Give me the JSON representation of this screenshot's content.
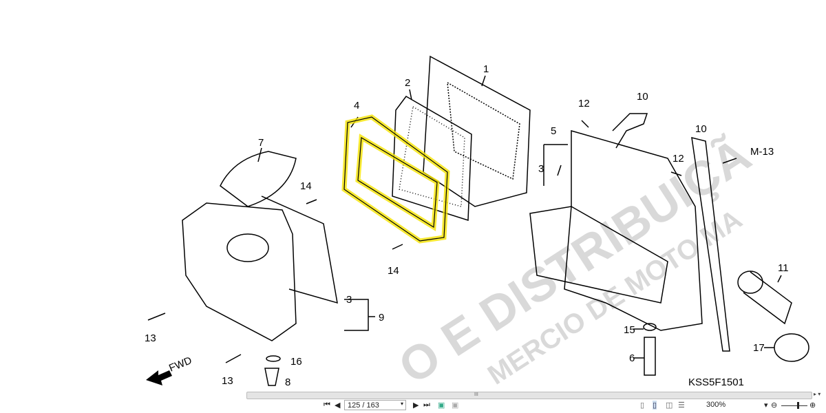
{
  "diagram": {
    "callouts": [
      "1",
      "2",
      "4",
      "7",
      "14",
      "14",
      "12",
      "10",
      "5",
      "3",
      "12",
      "10",
      "M-13",
      "3",
      "9",
      "13",
      "13",
      "16",
      "8",
      "15",
      "6",
      "11",
      "17"
    ],
    "fwd": "FWD",
    "code": "KSS5F1501",
    "watermark": [
      "O E DISTRIBUIÇÃ",
      "MERCIO DE MOTO MA"
    ],
    "highlight_color": "#f5e400"
  },
  "toolbar": {
    "page": "125 / 163",
    "zoom": "300%"
  }
}
